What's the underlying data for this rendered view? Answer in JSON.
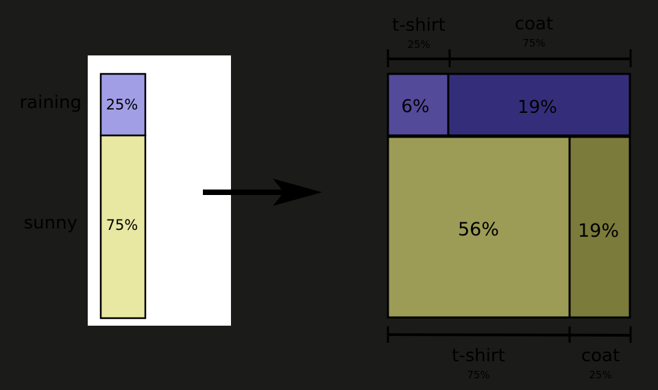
{
  "colors": {
    "background": "#1b1b19",
    "panel": "#ffffff",
    "raining_bar": "#a29ee6",
    "sunny_bar": "#e9e8a2",
    "raining_tshirt": "#544a9a",
    "raining_coat": "#342e7a",
    "sunny_tshirt": "#9c9c57",
    "sunny_coat": "#7b7b3b",
    "stroke": "#000000"
  },
  "left_bar": {
    "segments": [
      {
        "label": "raining",
        "value_label": "25%",
        "fraction": 0.25
      },
      {
        "label": "sunny",
        "value_label": "75%",
        "fraction": 0.75
      }
    ]
  },
  "arrow": {
    "icon": "right-arrow-icon"
  },
  "mosaic": {
    "top_axis": {
      "segments": [
        {
          "label": "t-shirt",
          "pct_label": "25%",
          "fraction": 0.25
        },
        {
          "label": "coat",
          "pct_label": "75%",
          "fraction": 0.75
        }
      ]
    },
    "bottom_axis": {
      "segments": [
        {
          "label": "t-shirt",
          "pct_label": "75%",
          "fraction": 0.75
        },
        {
          "label": "coat",
          "pct_label": "25%",
          "fraction": 0.25
        }
      ]
    },
    "cells": {
      "raining_tshirt": "6%",
      "raining_coat": "19%",
      "sunny_tshirt": "56%",
      "sunny_coat": "19%"
    }
  }
}
